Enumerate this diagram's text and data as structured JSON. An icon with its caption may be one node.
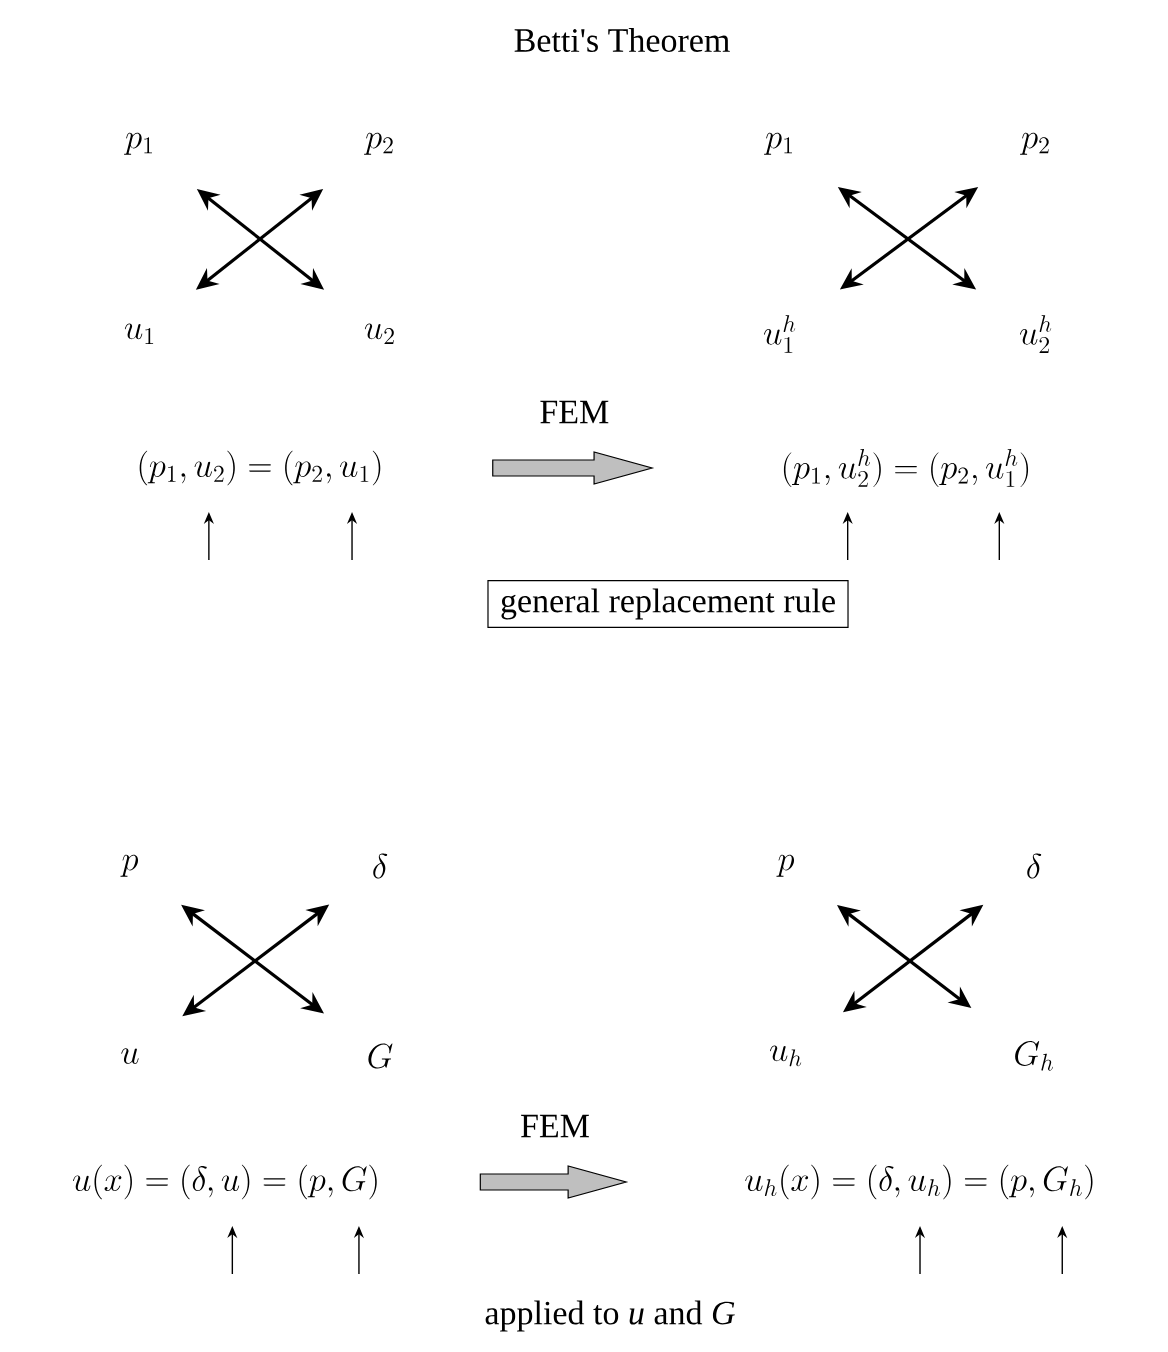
{
  "diagram": {
    "title": "Betti's Theorem",
    "nodes": [
      {
        "text": [
          "p_1"
        ]
      },
      {
        "text": [
          "p_2"
        ]
      },
      {
        "text": [
          "u_1"
        ]
      },
      {
        "text": [
          "u_2"
        ]
      },
      {
        "text": [
          "p_1"
        ]
      },
      {
        "text": [
          "p_2"
        ]
      },
      {
        "text": [
          "u_1^h"
        ]
      },
      {
        "text": [
          "u_2^h"
        ]
      },
      {
        "text": [
          "(p_1, u_2) = (p_2, u_1)"
        ]
      },
      {
        "text": [
          "(p_1, u_2^h) = (p_2, u_1^h)"
        ]
      },
      {
        "text": [
          "general replacement rule"
        ]
      },
      {
        "text": [
          "p"
        ]
      },
      {
        "text": [
          "\\delta"
        ]
      },
      {
        "text": [
          "u"
        ]
      },
      {
        "text": [
          "G"
        ]
      },
      {
        "text": [
          "p"
        ]
      },
      {
        "text": [
          "\\delta"
        ]
      },
      {
        "text": [
          "u_h"
        ]
      },
      {
        "text": [
          "G_h"
        ]
      },
      {
        "text": [
          "u(x) = (\\delta, u) = (p, G)"
        ]
      },
      {
        "text": [
          "u_h(x) = (\\delta, u_h) = (p, G_h)"
        ]
      }
    ],
    "edges": [
      {
        "from": 0,
        "to": 3,
        "arrow": "both"
      },
      {
        "from": 1,
        "to": 2,
        "arrow": "both"
      },
      {
        "from": 4,
        "to": 7,
        "arrow": "both"
      },
      {
        "from": 5,
        "to": 6,
        "arrow": "both"
      },
      {
        "from": 8,
        "to": 9,
        "arrow": "to",
        "label": "FEM",
        "style": "thick"
      },
      {
        "from": 11,
        "to": 14,
        "arrow": "both"
      },
      {
        "from": 12,
        "to": 13,
        "arrow": "both"
      },
      {
        "from": 15,
        "to": 18,
        "arrow": "both"
      },
      {
        "from": 16,
        "to": 17,
        "arrow": "both"
      },
      {
        "from": 19,
        "to": 20,
        "arrow": "to",
        "label": "FEM",
        "style": "thick"
      }
    ],
    "labels": [
      "applied to *u* and *G*"
    ]
  }
}
